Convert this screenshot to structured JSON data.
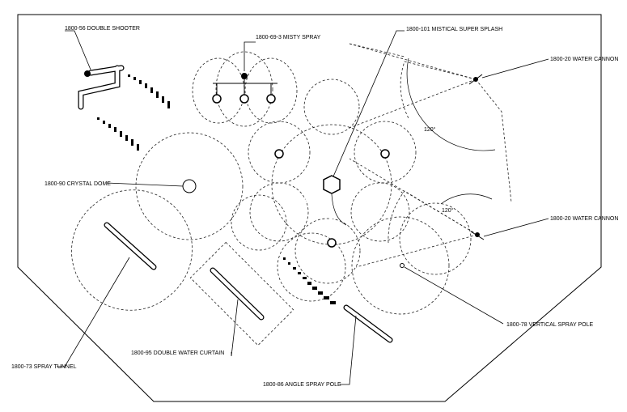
{
  "labels": {
    "double_shooter": "1800-56 DOUBLE SHOOTER",
    "misty_spray": "1800-69-3 MISTY SPRAY",
    "super_splash": "1800-101 MISTICAL SUPER SPLASH",
    "water_cannon_top": "1800-20 WATER CANNON",
    "crystal_dome": "1800-90 CRYSTAL DOME",
    "water_cannon_bottom": "1800-20 WATER CANNON",
    "vertical_spray_pole": "1800-78 VERTICAL SPRAY POLE",
    "spray_tunnel": "1800-73 SPRAY TUNNEL",
    "double_water_curtain": "1800-95 DOUBLE WATER CURTAIN",
    "angle_spray_pole": "1800-86 ANGLE SPRAY POLE"
  },
  "angles": {
    "cannon_top": "120°",
    "cannon_bottom": "120°"
  }
}
